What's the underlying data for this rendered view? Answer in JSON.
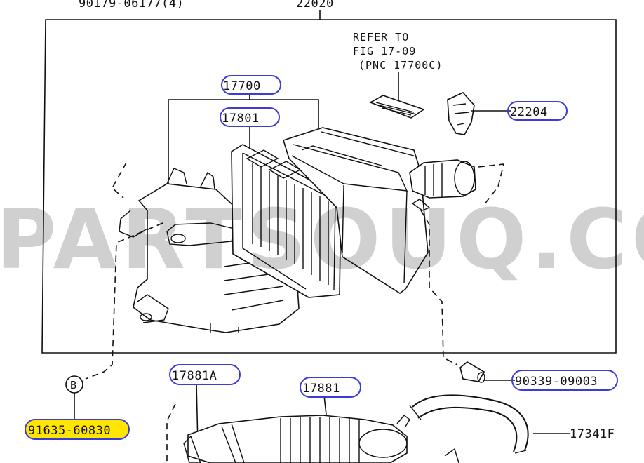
{
  "diagram": {
    "header_text_top": "22020",
    "header_text_left": "90179-06177(4)",
    "watermark": "PARTSOUQ.COM",
    "reference_note": {
      "line1": "REFER TO",
      "line2": "FIG 17-09",
      "line3": "(PNC 17700C)"
    },
    "callouts": {
      "c17700": "17700",
      "c17801": "17801",
      "c22204": "22204",
      "c17881A": "17881A",
      "c17881": "17881",
      "c90339": "90339-09003",
      "c91635": "91635-60830",
      "c17341F": "17341F",
      "cB": "B"
    },
    "colors": {
      "callout_oval": "#3b3bd6",
      "highlight": "#ffe600",
      "line": "#111111"
    }
  }
}
